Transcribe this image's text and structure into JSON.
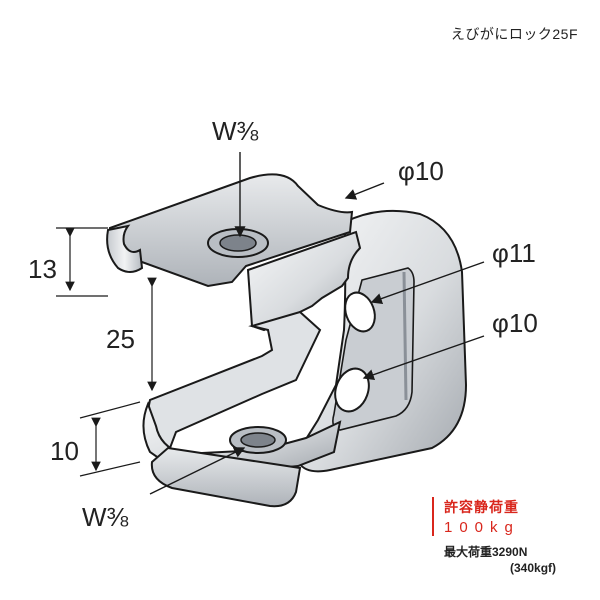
{
  "product": {
    "name": "えびがにロック25F"
  },
  "labels": {
    "thread_top": "W⅜",
    "thread_bottom": "W⅜",
    "hole_top": "φ10",
    "hole_right_upper": "φ11",
    "hole_right_lower": "φ10",
    "dim_top": "13",
    "dim_middle": "25",
    "dim_bottom": "10"
  },
  "load": {
    "allowable_static_title": "許容静荷重",
    "allowable_static_value": "100kg",
    "max_load": "最大荷重3290N",
    "max_load_kgf": "(340kgf)"
  },
  "colors": {
    "accent": "#d9261c",
    "metal_light": "#eef0f2",
    "metal_dark": "#9aa0a8",
    "outline": "#1a1a1a"
  }
}
